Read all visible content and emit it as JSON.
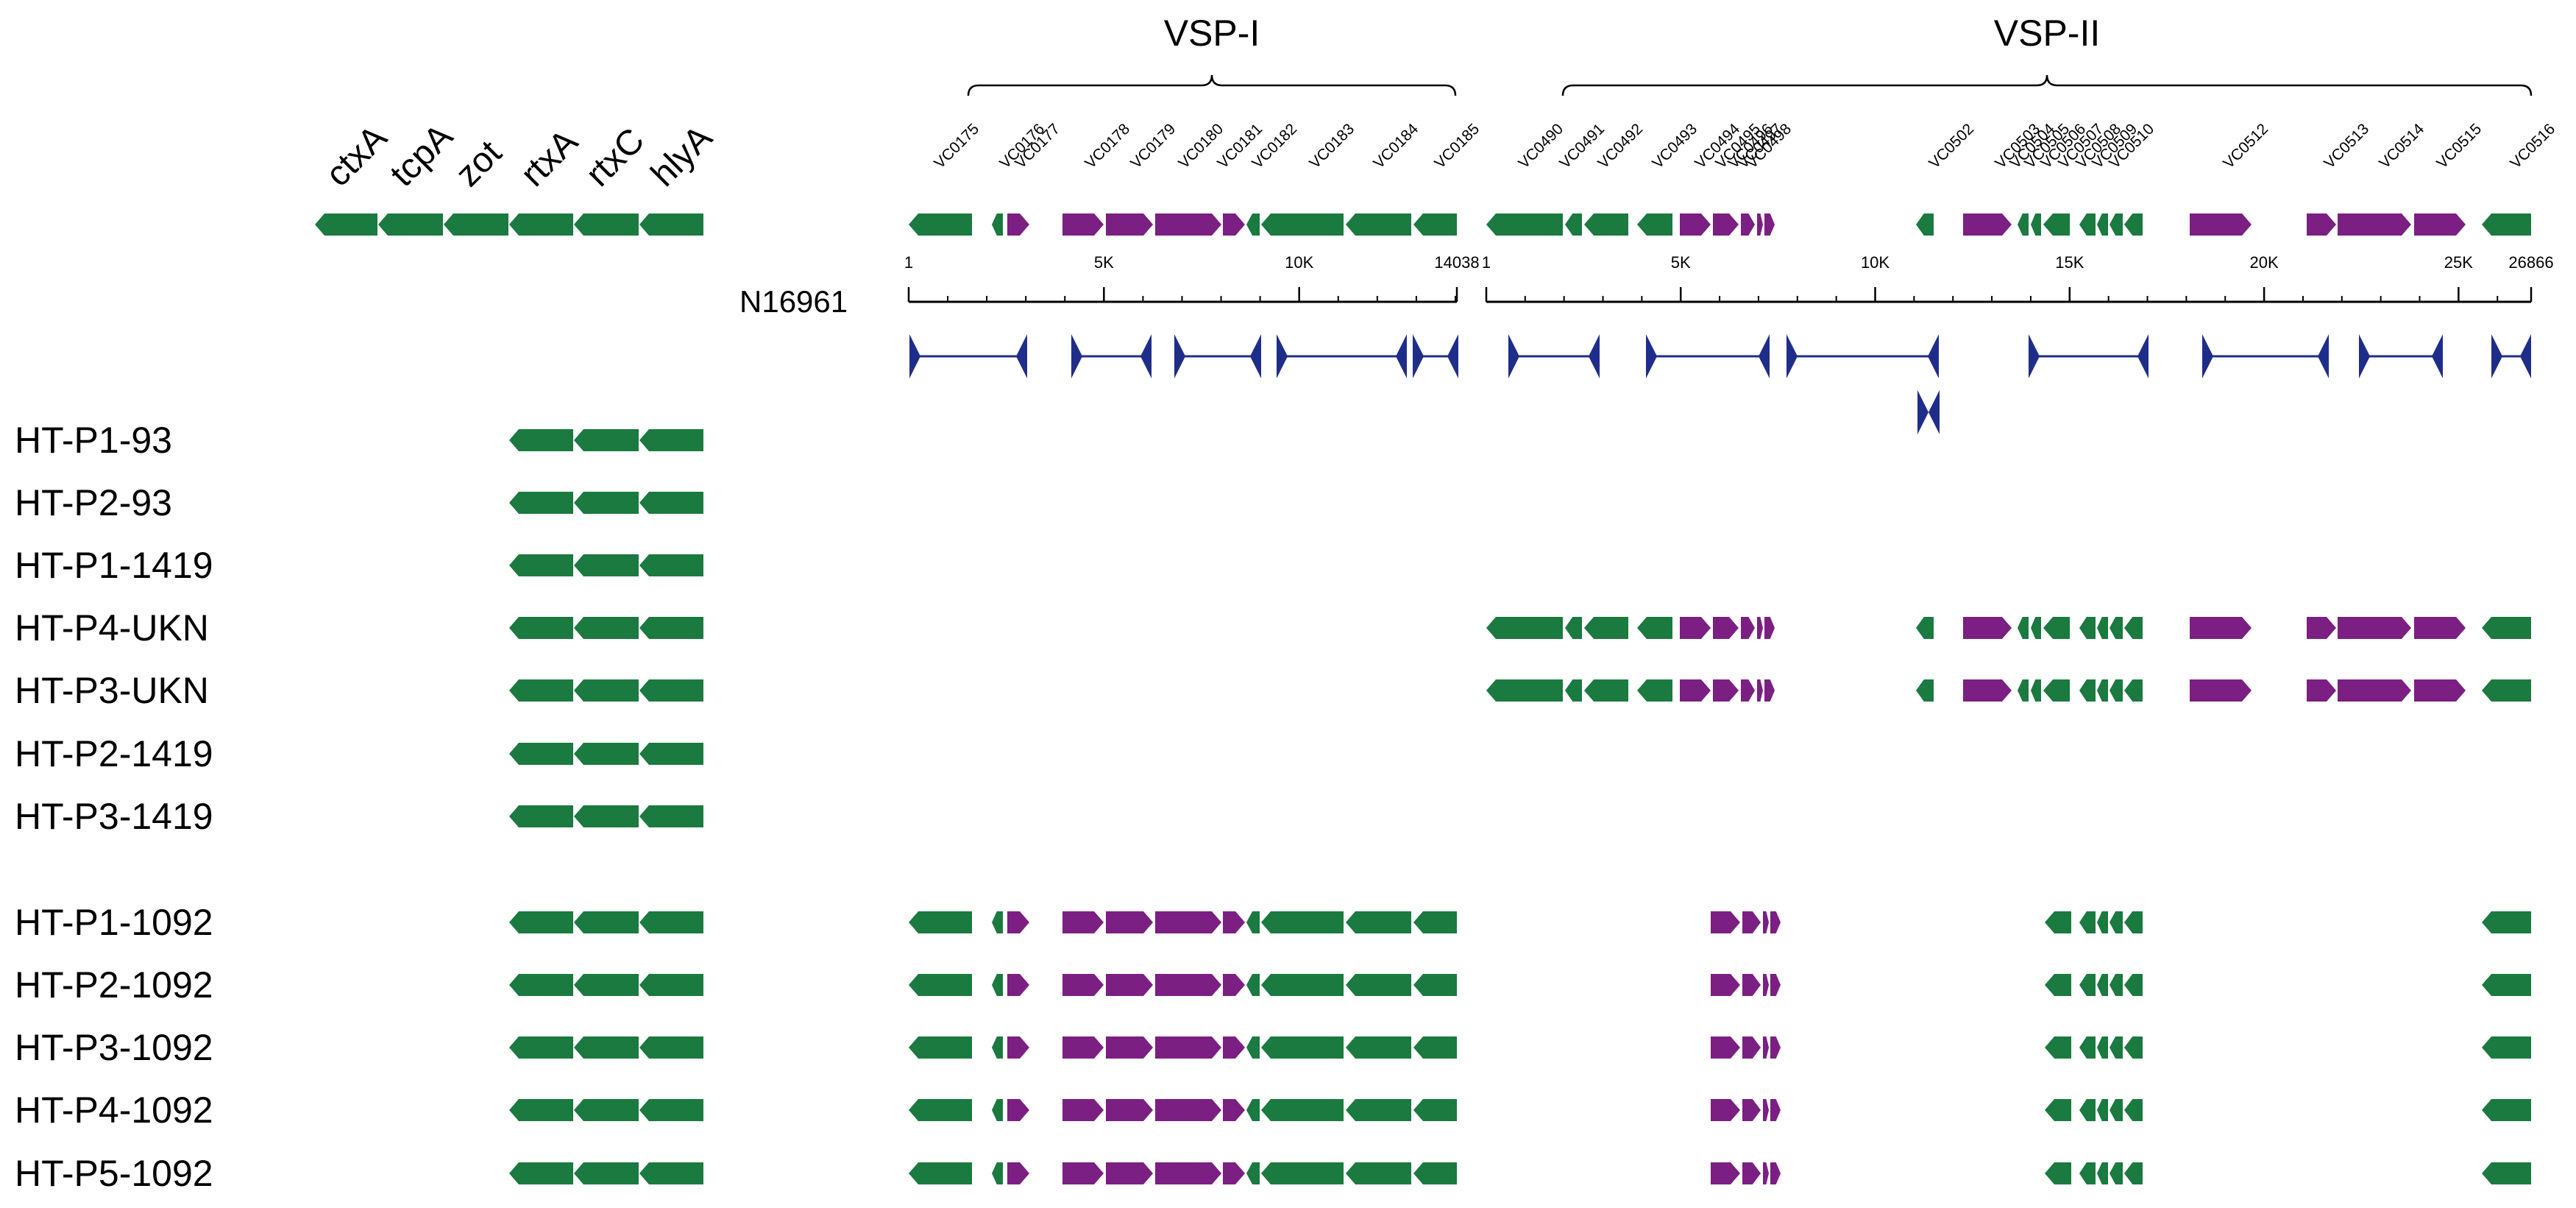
{
  "colors": {
    "green": "#1a7a3f",
    "purple": "#7b1f82",
    "repeat": "#1f2d8a",
    "axis": "#000000"
  },
  "virulence_genes": [
    "ctxA",
    "tcpA",
    "zot",
    "rtxA",
    "rtxC",
    "hlyA"
  ],
  "islands": [
    {
      "title": "VSP-I",
      "length": 14038,
      "ticks": [
        {
          "pos": 1,
          "label": "1"
        },
        {
          "pos": 5000,
          "label": "5K"
        },
        {
          "pos": 10000,
          "label": "10K"
        },
        {
          "pos": 14038,
          "label": "14038"
        }
      ],
      "loci": [
        "VC0175",
        "VC0176",
        "VC0177",
        "VC0178",
        "VC0179",
        "VC0180",
        "VC0181",
        "VC0182",
        "VC0183",
        "VC0184",
        "VC0185"
      ]
    },
    {
      "title": "VSP-II",
      "length": 26866,
      "ticks": [
        {
          "pos": 1,
          "label": "1"
        },
        {
          "pos": 5000,
          "label": "5K"
        },
        {
          "pos": 10000,
          "label": "10K"
        },
        {
          "pos": 15000,
          "label": "15K"
        },
        {
          "pos": 20000,
          "label": "20K"
        },
        {
          "pos": 25000,
          "label": "25K"
        },
        {
          "pos": 26866,
          "label": "26866"
        }
      ],
      "loci": [
        "VC0490",
        "VC0491",
        "VC0492",
        "VC0493",
        "VC0494",
        "VC0495",
        "VC0496",
        "VC0497",
        "VC0498",
        "VC0502",
        "VC0503",
        "VC0504",
        "VC0505",
        "VC0506",
        "VC0507",
        "VC0508",
        "VC0509",
        "VC0510",
        "VC0512",
        "VC0513",
        "VC0514",
        "VC0515",
        "VC0516"
      ]
    }
  ],
  "reference": {
    "name": "N16961",
    "virulence_present": [
      true,
      true,
      true,
      true,
      true,
      true
    ],
    "vsp1": "all",
    "vsp2": "all"
  },
  "strains": [
    {
      "name": "HT-P1-93",
      "virulence_present": [
        false,
        false,
        false,
        true,
        true,
        true
      ],
      "vsp1": "none",
      "vsp2": "none"
    },
    {
      "name": "HT-P2-93",
      "virulence_present": [
        false,
        false,
        false,
        true,
        true,
        true
      ],
      "vsp1": "none",
      "vsp2": "none"
    },
    {
      "name": "HT-P1-1419",
      "virulence_present": [
        false,
        false,
        false,
        true,
        true,
        true
      ],
      "vsp1": "none",
      "vsp2": "none"
    },
    {
      "name": "HT-P4-UKN",
      "virulence_present": [
        false,
        false,
        false,
        true,
        true,
        true
      ],
      "vsp1": "none",
      "vsp2": "all"
    },
    {
      "name": "HT-P3-UKN",
      "virulence_present": [
        false,
        false,
        false,
        true,
        true,
        true
      ],
      "vsp1": "none",
      "vsp2": "all"
    },
    {
      "name": "HT-P2-1419",
      "virulence_present": [
        false,
        false,
        false,
        true,
        true,
        true
      ],
      "vsp1": "none",
      "vsp2": "none"
    },
    {
      "name": "HT-P3-1419",
      "virulence_present": [
        false,
        false,
        false,
        true,
        true,
        true
      ],
      "vsp1": "none",
      "vsp2": "none"
    },
    {
      "name": "HT-P1-1092",
      "virulence_present": [
        false,
        false,
        false,
        true,
        true,
        true
      ],
      "vsp1": "all",
      "vsp2": "partial"
    },
    {
      "name": "HT-P2-1092",
      "virulence_present": [
        false,
        false,
        false,
        true,
        true,
        true
      ],
      "vsp1": "all",
      "vsp2": "partial"
    },
    {
      "name": "HT-P3-1092",
      "virulence_present": [
        false,
        false,
        false,
        true,
        true,
        true
      ],
      "vsp1": "all",
      "vsp2": "partial"
    },
    {
      "name": "HT-P4-1092",
      "virulence_present": [
        false,
        false,
        false,
        true,
        true,
        true
      ],
      "vsp1": "all",
      "vsp2": "partial"
    },
    {
      "name": "HT-P5-1092",
      "virulence_present": [
        false,
        false,
        false,
        true,
        true,
        true
      ],
      "vsp1": "all",
      "vsp2": "partial"
    }
  ]
}
